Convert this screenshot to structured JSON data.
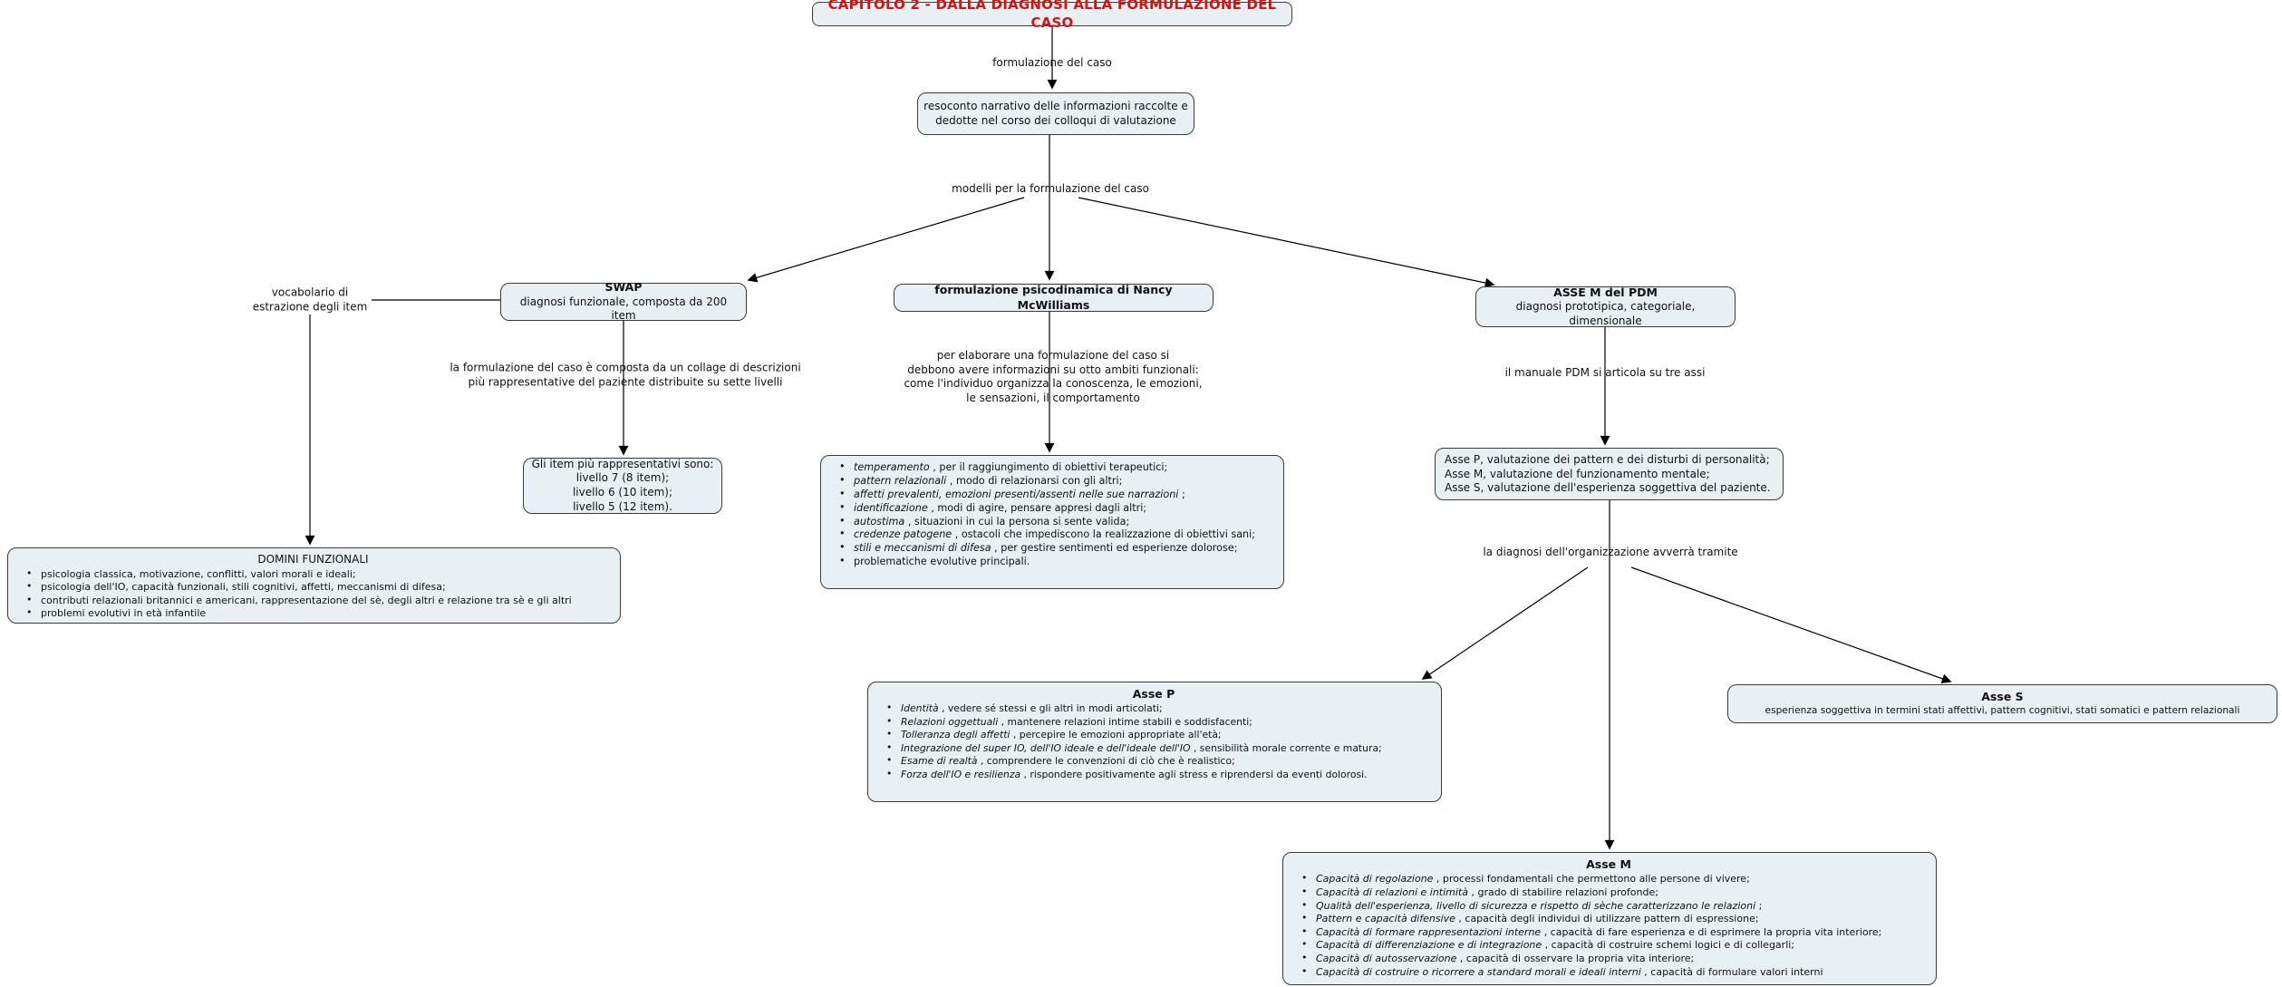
{
  "map": {
    "colors": {
      "title_red": "#d01515",
      "node_fill": "#e8f0f3",
      "node_border": "#3a3a3a",
      "line_color": "#000000",
      "text_color": "#111111",
      "background": "#ffffff"
    },
    "title_node": {
      "label": "CAPITOLO 2 - DALLA DIAGNOSI ALLA FORMULAZIONE DEL CASO"
    },
    "nodes": {
      "resoconto": {
        "text": "resoconto narrativo delle informazioni raccolte e\ndedotte nel corso dei colloqui di valutazione"
      },
      "swap": {
        "title": "SWAP",
        "subtitle": "diagnosi funzionale, composta da 200 item"
      },
      "mcwilliams": {
        "title": "formulazione psicodinamica di Nancy McWilliams"
      },
      "pdm": {
        "title": "ASSE M del PDM",
        "subtitle": "diagnosi prototipica, categoriale, dimensionale"
      },
      "gli_item": {
        "text": "Gli item più rappresentativi sono:\nlivello 7 (8 item);\nlivello 6 (10 item);\nlivello 5 (12 item)."
      },
      "domini": {
        "title": "DOMINI FUNZIONALI",
        "items": [
          "psicologia classica, motivazione, conflitti, valori morali e ideali;",
          "psicologia dell'IO, capacità funzionali, stili cognitivi, affetti, meccanismi di difesa;",
          "contributi relazionali britannici e americani, rappresentazione del sè, degli altri e relazione tra sè e gli altri",
          "problemi evolutivi in età infantile"
        ]
      },
      "ambiti": {
        "items": [
          {
            "lead": "temperamento",
            "rest": " , per il raggiungimento di obiettivi terapeutici;"
          },
          {
            "lead": "pattern relazionali",
            "rest": " , modo di relazionarsi con gli altri;"
          },
          {
            "lead": "affetti prevalenti,  emozioni presenti/assenti nelle sue narrazioni",
            "rest": " ;"
          },
          {
            "lead": "identificazione",
            "rest": " , modi di agire, pensare appresi dagli altri;"
          },
          {
            "lead": "autostima",
            "rest": " , situazioni in cui la persona si sente valida;"
          },
          {
            "lead": "credenze patogene",
            "rest": " , ostacoli che impediscono la realizzazione di obiettivi sani;"
          },
          {
            "lead": "stili e meccanismi di difesa",
            "rest": " , per gestire sentimenti ed esperienze dolorose;"
          },
          {
            "lead": "",
            "rest": "problematiche evolutive principali."
          }
        ]
      },
      "assi": {
        "text": "Asse P, valutazione dei pattern e dei disturbi di personalità;\nAsse M, valutazione del funzionamento mentale;\nAsse S, valutazione dell'esperienza soggettiva del paziente."
      },
      "asse_p": {
        "title": "Asse P",
        "items": [
          {
            "lead": "Identità",
            "rest": " , vedere sé stessi e gli altri in modi articolati;"
          },
          {
            "lead": "Relazioni oggettuali",
            "rest": " , mantenere relazioni intime stabili e soddisfacenti;"
          },
          {
            "lead": "Tolleranza degli affetti",
            "rest": " , percepire le emozioni appropriate all'età;"
          },
          {
            "lead": "Integrazione del super IO, dell'IO ideale e dell'ideale dell'IO",
            "rest": " , sensibilità morale corrente e matura;"
          },
          {
            "lead": "Esame di realtà",
            "rest": " , comprendere le convenzioni di ciò che è realistico;"
          },
          {
            "lead": "Forza dell'IO e resilienza",
            "rest": " , rispondere positivamente agli stress e riprendersi da eventi dolorosi."
          }
        ]
      },
      "asse_s": {
        "title": "Asse S",
        "subtitle": "esperienza soggettiva in termini stati affettivi, pattern cognitivi, stati somatici e pattern relazionali"
      },
      "asse_m": {
        "title": "Asse M",
        "items": [
          {
            "lead": "Capacità di regolazione",
            "rest": " , processi fondamentali che permettono alle persone di vivere;"
          },
          {
            "lead": "Capacità di relazioni e intimità",
            "rest": " , grado di stabilire relazioni profonde;"
          },
          {
            "lead": "Qualità dell'esperienza, livello di sicurezza e rispetto di sèche caratterizzano le relazioni",
            "rest": " ;"
          },
          {
            "lead": "Pattern e capacità difensive",
            "rest": " , capacità degli individui di utilizzare pattern di espressione;"
          },
          {
            "lead": "Capacità di formare rappresentazioni interne",
            "rest": " , capacità di fare esperienza e di esprimere la propria vita interiore;"
          },
          {
            "lead": "Capacità di differenziazione e di integrazione",
            "rest": " , capacità di costruire schemi logici e di collegarli;"
          },
          {
            "lead": "Capacità di autosservazione",
            "rest": " , capacità di osservare la propria vita interiore;"
          },
          {
            "lead": "Capacità di costruire o ricorrere a standard morali e ideali interni",
            "rest": " , capacità di formulare valori interni"
          }
        ]
      }
    },
    "edge_labels": {
      "formulazione": "formulazione del caso",
      "modelli": "modelli per la formulazione del caso",
      "vocabolario": "vocabolario di\nestrazione degli item",
      "collage": "la formulazione del caso è composta da un collage di descrizioni\npiù rappresentative del paziente distribuite su sette livelli",
      "per_elaborare": "per elaborare una formulazione del caso si\ndebbono avere informazioni su otto ambiti funzionali:\ncome l'individuo organizza la conoscenza, le emozioni,\nle sensazioni, il comportamento",
      "manuale": "il manuale PDM si articola su tre assi",
      "diagnosi": "la diagnosi dell'organizzazione avverrà tramite"
    }
  }
}
